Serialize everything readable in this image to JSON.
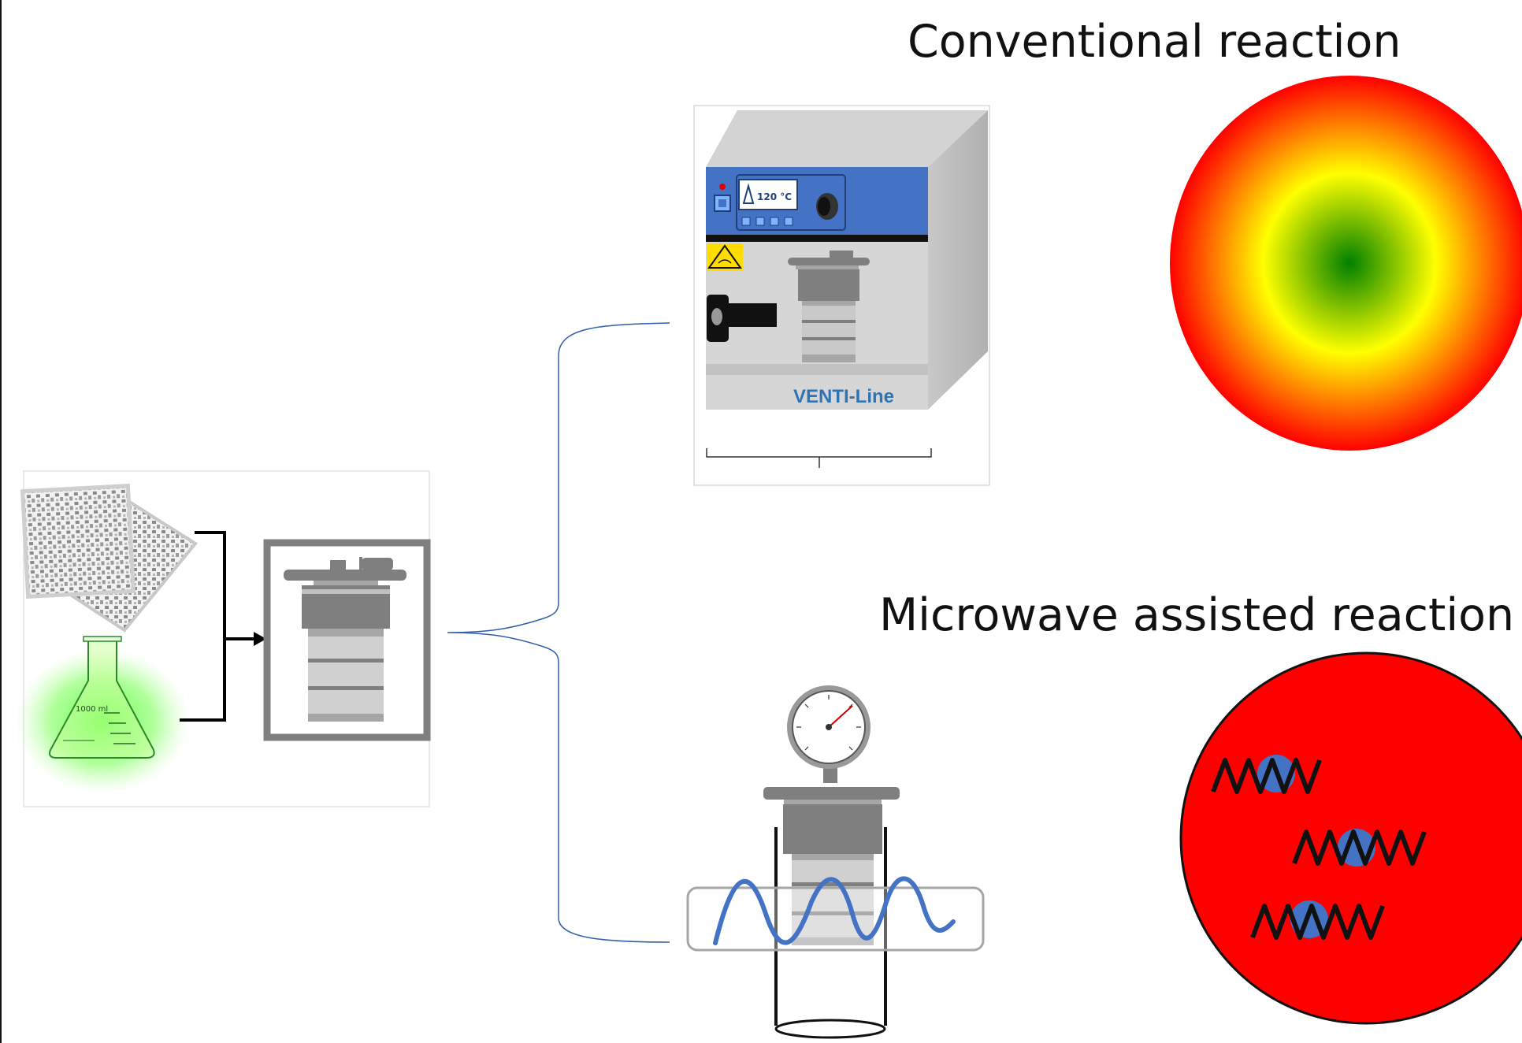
{
  "headings": {
    "conventional": "Conventional reaction",
    "microwave": "Microwave assisted reaction"
  },
  "oven": {
    "brand": "VENTI-Line",
    "display_temp": "120 °C"
  },
  "flask": {
    "volume_label": "1000 ml"
  },
  "colors": {
    "oven_panel": "#4472c4",
    "brand_text": "#2e74b5",
    "connector_line": "#2f5eaa",
    "wave": "#4472c4",
    "gradient_center": "#008000",
    "gradient_mid": "#ffff00",
    "gradient_edge": "#ff0000",
    "microwave_disc": "#ff0000",
    "molecule": "#4472c4"
  }
}
